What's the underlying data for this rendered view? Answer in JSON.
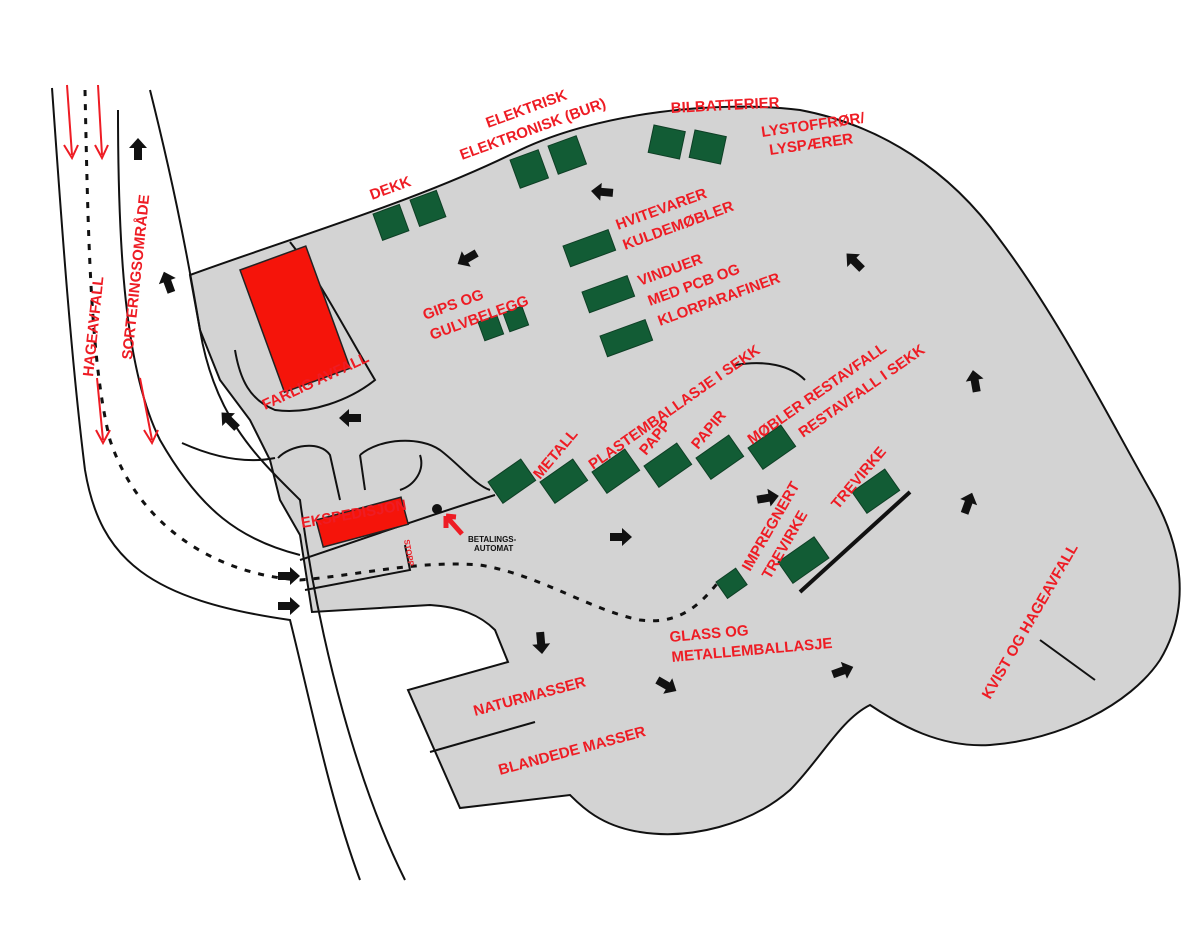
{
  "labels": {
    "hageavfall_road": "HAGEAVFALL",
    "sorteringsomrade": "SORTERINGSOMRÅDE",
    "elektrisk": "ELEKTRISK",
    "elektronisk": "ELEKTRONISK (BUR)",
    "bilbatterier": "BILBATTERIER",
    "lystoffror": "LYSTOFFRØR/",
    "lyspaerer": "LYSPÆRER",
    "dekk": "DEKK",
    "hvitevarer": "HVITEVARER",
    "kuldemobler": "KULDEMØBLER",
    "vinduer": "VINDUER",
    "med_pcb": "MED PCB OG",
    "klorparafiner": "KLORPARAFINER",
    "gips": "GIPS OG",
    "gulvbelegg": "GULVBELEGG",
    "farlig_avfall": "FARLIG AVFALL",
    "metall": "METALL",
    "plastemballasje": "PLASTEMBALLASJE I SEKK",
    "papp": "PAPP",
    "papir": "PAPIR",
    "mobler_restavfall": "MØBLER RESTAVFALL",
    "restavfall_sekk": "RESTAVFALL I SEKK",
    "ekspedisjon": "EKSPEDISJON",
    "stopp": "STOPP",
    "betalings": "BETALINGS-",
    "automat": "AUTOMAT",
    "trevirke": "TREVIRKE",
    "impregnert": "IMPREGNERT",
    "impregnert_trevirke": "TREVIRKE",
    "glass_og": "GLASS OG",
    "metallemballasje": "METALLEMBALLASJE",
    "naturmasser": "NATURMASSER",
    "blandede_masser": "BLANDEDE MASSER",
    "kvist": "KVIST OG HAGEAVFALL"
  },
  "colors": {
    "area": "#d3d3d3",
    "container": "#125c35",
    "hazard": "#f5140a",
    "label": "#ee1c24"
  }
}
